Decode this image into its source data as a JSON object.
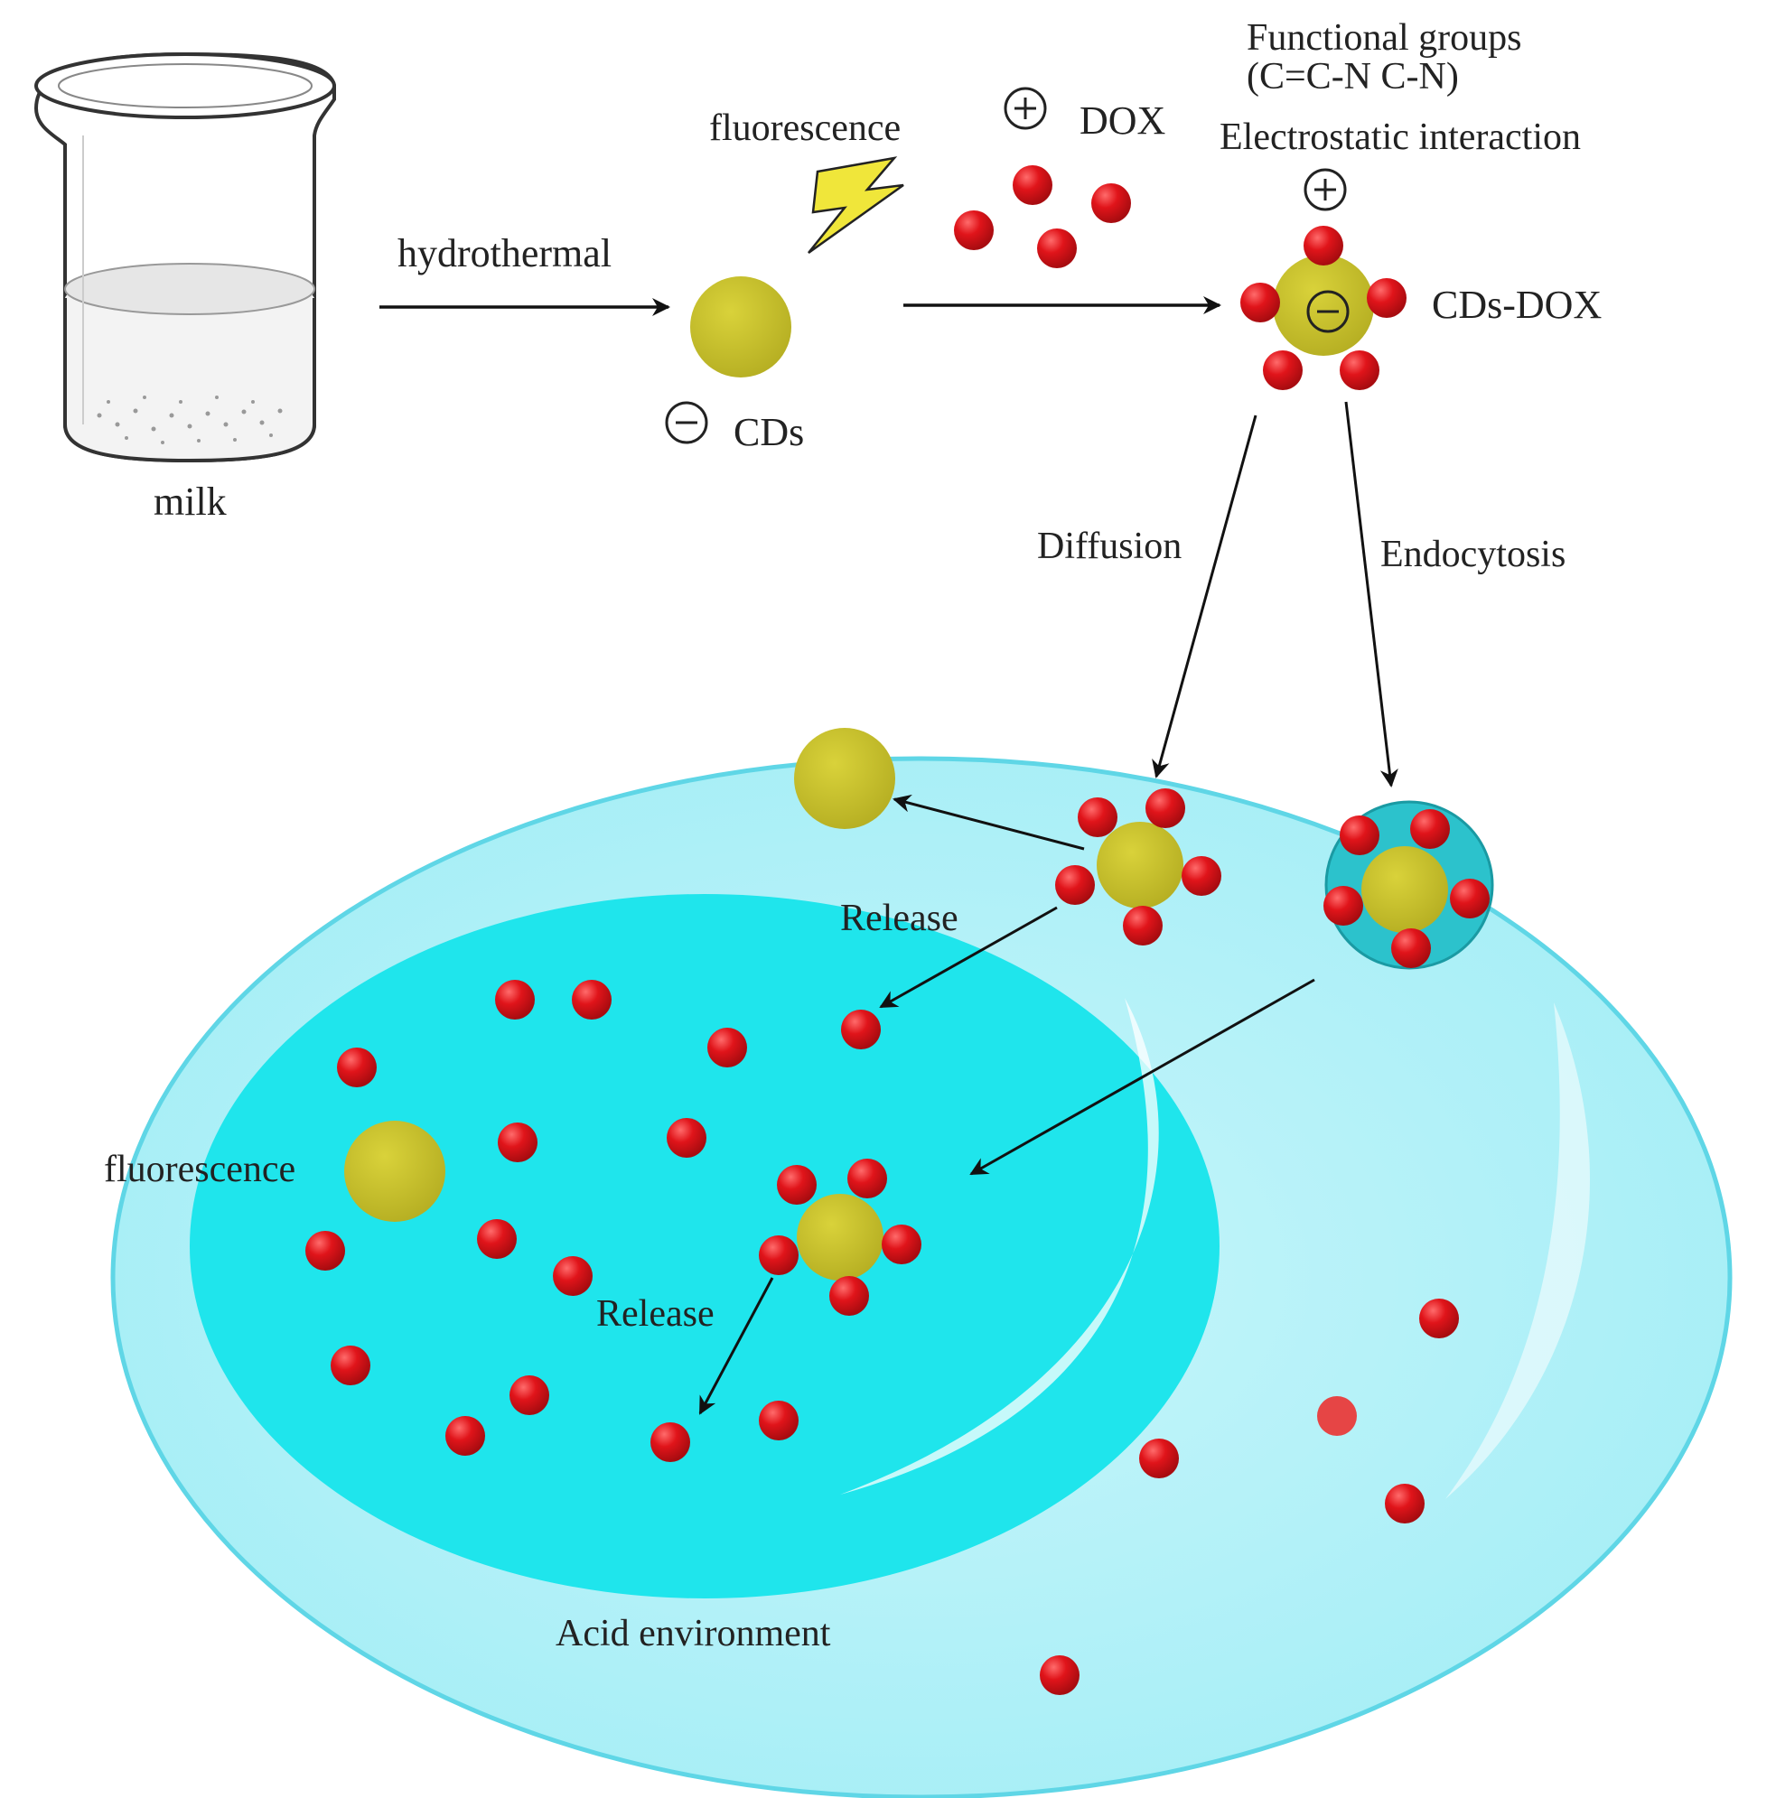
{
  "labels": {
    "milk": "milk",
    "hydrothermal": "hydrothermal",
    "fluorescence_top": "fluorescence",
    "cds": "CDs",
    "dox": "DOX",
    "functional_groups_line1": "Functional groups",
    "functional_groups_line2": "(C=C-N C-N)",
    "electrostatic": "Electrostatic interaction",
    "cds_dox": "CDs-DOX",
    "diffusion": "Diffusion",
    "endocytosis": "Endocytosis",
    "release_upper": "Release",
    "release_lower": "Release",
    "fluorescence_cell": "fluorescence",
    "acid_environment": "Acid environment"
  },
  "signs": {
    "plus": "+",
    "minus": "−"
  },
  "colors": {
    "cell_outer": "#b3f3f9",
    "cell_outer_stroke": "#5fd6e6",
    "nucleus": "#1fe5ec",
    "cd_yellow": "#c8c22b",
    "dox_red": "#e0141a",
    "vesicle": "#2cc2cc",
    "lightning": "#f0e63a"
  }
}
